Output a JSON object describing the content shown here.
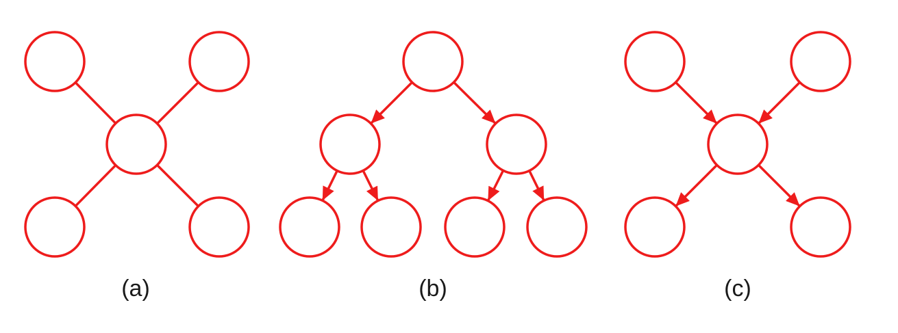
{
  "colors": {
    "stroke": "#ee1c1c",
    "text": "#1a1a1a"
  },
  "panels": [
    {
      "caption": "(a)",
      "directed": false,
      "nodes": [
        "n1",
        "n2",
        "n3",
        "n4",
        "n5"
      ],
      "edges": [
        [
          "n1",
          "n3"
        ],
        [
          "n2",
          "n3"
        ],
        [
          "n3",
          "n4"
        ],
        [
          "n3",
          "n5"
        ]
      ]
    },
    {
      "caption": "(b)",
      "directed": true,
      "nodes": [
        "n1",
        "n2",
        "n3",
        "n4",
        "n5",
        "n6",
        "n7"
      ],
      "edges": [
        [
          "n1",
          "n2"
        ],
        [
          "n1",
          "n3"
        ],
        [
          "n2",
          "n4"
        ],
        [
          "n2",
          "n5"
        ],
        [
          "n3",
          "n6"
        ],
        [
          "n3",
          "n7"
        ]
      ]
    },
    {
      "caption": "(c)",
      "directed": true,
      "nodes": [
        "n1",
        "n2",
        "n3",
        "n4",
        "n5"
      ],
      "edges": [
        [
          "n1",
          "n3"
        ],
        [
          "n2",
          "n3"
        ],
        [
          "n3",
          "n4"
        ],
        [
          "n3",
          "n5"
        ]
      ]
    }
  ]
}
